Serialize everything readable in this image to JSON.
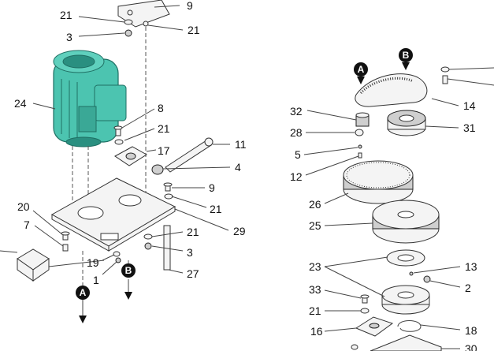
{
  "labels": {
    "l9a": "9",
    "l21a": "21",
    "l3a": "3",
    "l21b": "21",
    "l24": "24",
    "l8": "8",
    "l21c": "21",
    "l17": "17",
    "l11": "11",
    "l4": "4",
    "l9b": "9",
    "l21d": "21",
    "l20": "20",
    "l7": "7",
    "l29": "29",
    "l21e": "21",
    "l19": "19",
    "l3b": "3",
    "l1": "1",
    "l27": "27",
    "l32": "32",
    "l14": "14",
    "l28": "28",
    "l31": "31",
    "l5": "5",
    "l12": "12",
    "l26": "26",
    "l25": "25",
    "l23": "23",
    "l13": "13",
    "l2": "2",
    "l33": "33",
    "l21f": "21",
    "l16": "16",
    "l18": "18",
    "l30": "30"
  },
  "markers": {
    "a": "A",
    "b": "B"
  },
  "colors": {
    "motor": "#4cc4b0",
    "motor_dark": "#2a8f80"
  }
}
